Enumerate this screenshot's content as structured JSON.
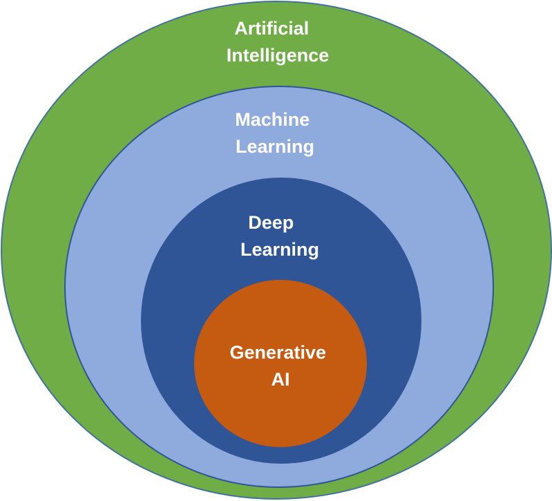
{
  "diagram": {
    "layers": [
      {
        "line1": "Artificial",
        "line2": "Intelligence",
        "fill": "#70AD47",
        "stroke": "#41719C"
      },
      {
        "line1": "Machine",
        "line2": "Learning",
        "fill": "#8FAADC",
        "stroke": "#2F5597"
      },
      {
        "line1": "Deep",
        "line2": "Learning",
        "fill": "#2F5597",
        "stroke": "#2F5597"
      },
      {
        "line1": "Generative",
        "line2": "AI",
        "fill": "#C55A11",
        "stroke": "#2F5597"
      }
    ]
  }
}
